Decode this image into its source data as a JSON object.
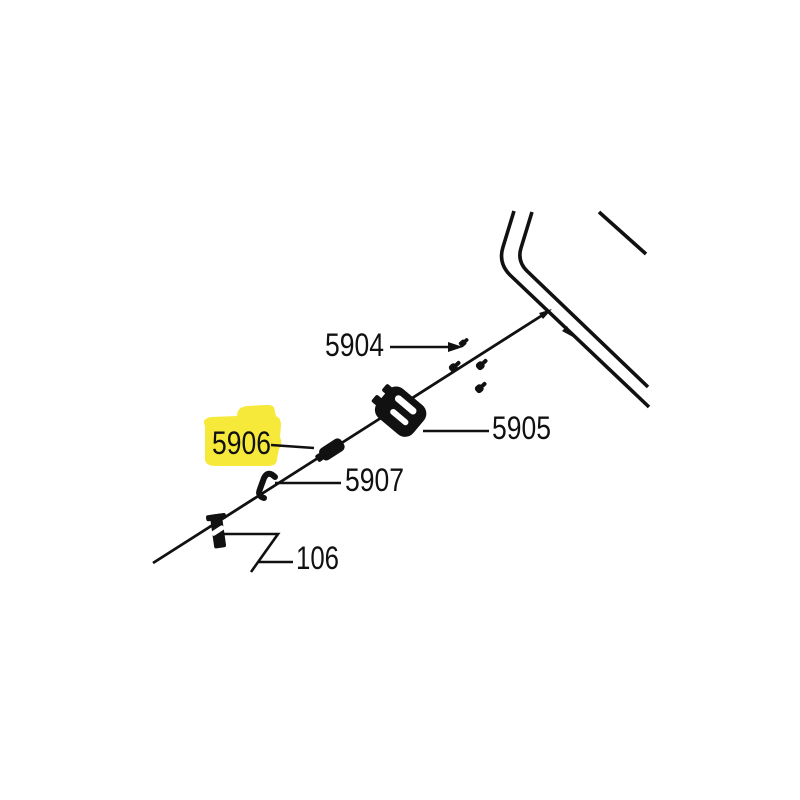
{
  "diagram": {
    "type": "exploded-parts-diagram",
    "background_color": "#ffffff",
    "line_color": "#111111",
    "highlight_color": "#f7e93a",
    "callouts": {
      "p5904": {
        "label": "5904",
        "highlighted": false
      },
      "p5905": {
        "label": "5905",
        "highlighted": false
      },
      "p5906": {
        "label": "5906",
        "highlighted": true
      },
      "p5907": {
        "label": "5907",
        "highlighted": false
      },
      "p106": {
        "label": "106",
        "highlighted": false
      }
    }
  }
}
